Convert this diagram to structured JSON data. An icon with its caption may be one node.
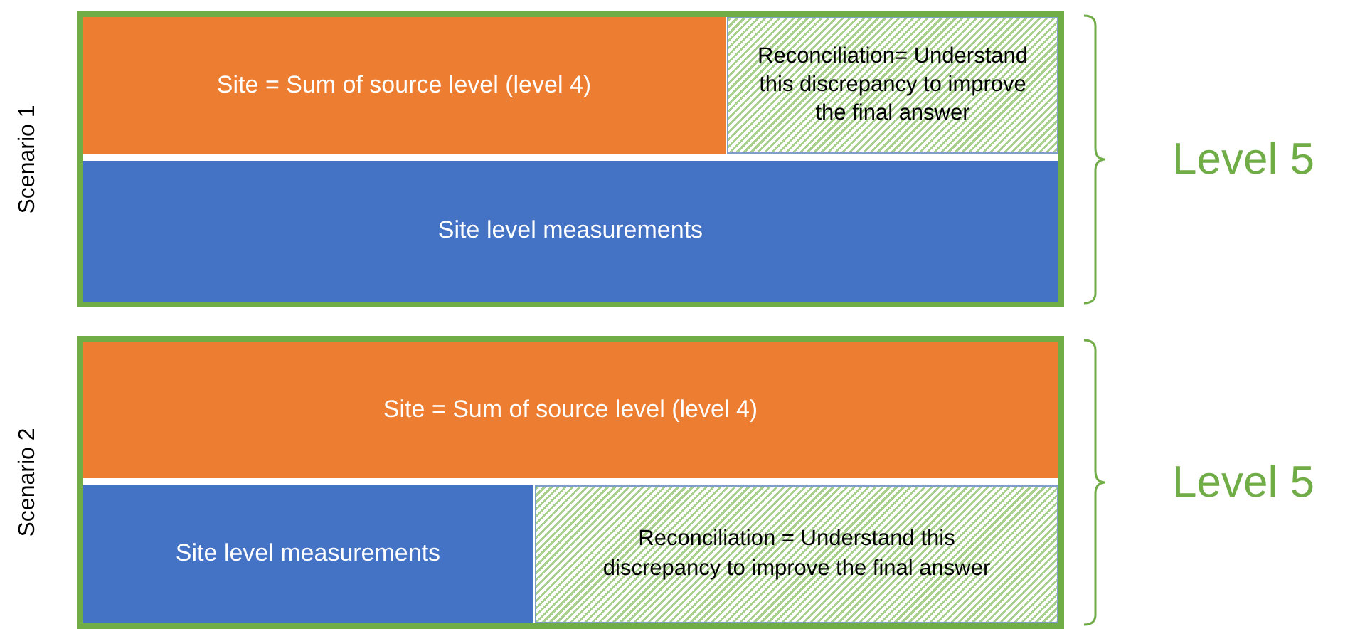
{
  "diagram": {
    "nodes": [
      {
        "text": [],
        "shape": "box",
        "beside": [
          "Scenario 1"
        ]
      },
      {
        "text": [
          "Site = Sum of source level (level 4)"
        ],
        "in": 0
      },
      {
        "text": [
          "Reconciliation= Understand this discrepancy to improve the final answer"
        ],
        "in": 0
      },
      {
        "text": [
          "Site level measurements"
        ],
        "in": 0
      },
      {
        "text": [],
        "shape": "box",
        "beside": [
          "Scenario 2"
        ]
      },
      {
        "text": [
          "Site = Sum of source level (level 4)"
        ],
        "in": 4
      },
      {
        "text": [
          "Site level measurements"
        ],
        "in": 4
      },
      {
        "text": [
          "Reconciliation = Understand this discrepancy to improve the final answer"
        ],
        "in": 4
      }
    ],
    "labels": [
      "Level 5",
      "Level 5"
    ]
  }
}
